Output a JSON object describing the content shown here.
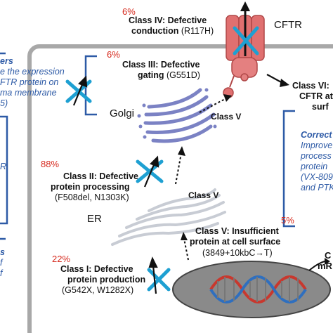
{
  "classes": {
    "class4": {
      "pct": "6%",
      "title": "Class IV: Defective",
      "line2": "conduction",
      "mut": " (R117H)"
    },
    "class3": {
      "pct": "6%",
      "title": "Class III: Defective",
      "line2": "gating",
      "mut": " (G551D)"
    },
    "class2": {
      "pct": "88%",
      "title": "Class II: Defective",
      "line2": "protein processing",
      "mut": "(F508del, N1303K)"
    },
    "class1": {
      "pct": "22%",
      "title": "Class I: Defective",
      "line2": "protein production",
      "mut": "(G542X, W1282X)"
    },
    "class5": {
      "pct": "5%",
      "title": "Class V: Insufficient",
      "line2": "protein at cell surface",
      "mut": "(3849+10kbC→T)"
    },
    "class6": {
      "title": "Class VI:",
      "line2": "CFTR at",
      "line3": "surf"
    }
  },
  "organelles": {
    "cftr": "CFTR",
    "golgi": "Golgi",
    "er": "ER"
  },
  "arrow_labels": {
    "upper": "Class V",
    "lower": "Class V"
  },
  "left_panel": {
    "top": {
      "l1": "ers",
      "l2": "e the expression",
      "l3": "FTR protein on",
      "l4": "ma membrane",
      "l5": "5)"
    },
    "mid": {
      "l1": "R"
    },
    "bottom": {
      "l1": "s",
      "l2": "f",
      "l3": "f"
    }
  },
  "right_panel": {
    "correctors": {
      "title": "Correct",
      "l1": "Improve",
      "l2": "process",
      "l3": "protein",
      "l4": "(VX-809",
      "l5": "and PTK"
    }
  },
  "nucleus_text": {
    "l1": "C",
    "l2": "mR"
  },
  "colors": {
    "red": "#d62a1e",
    "blue": "#2d5aa6",
    "cross": "#1ea0d2",
    "channel": "#e07070",
    "golgi": "#7b82c4",
    "dna_red": "#c8382e",
    "dna_blue": "#2f6fbf"
  }
}
